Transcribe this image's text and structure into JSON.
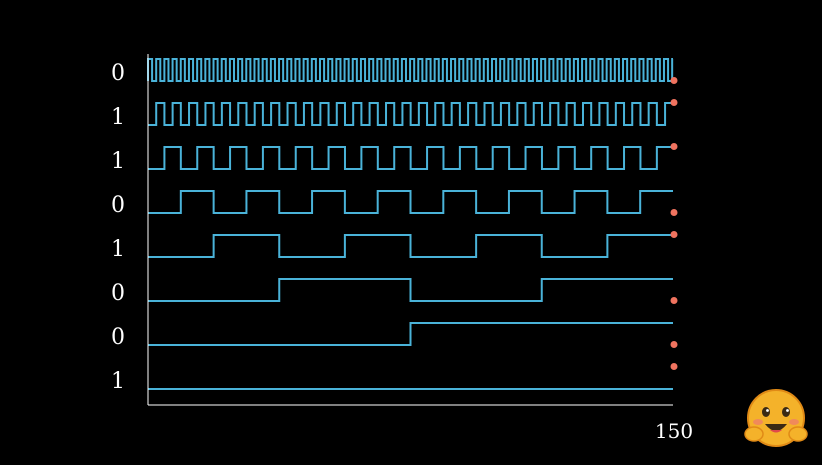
{
  "bit_labels": [
    "0",
    "1",
    "1",
    "0",
    "1",
    "0",
    "0",
    "1"
  ],
  "x_end_label": "150",
  "x_range": [
    0,
    150
  ],
  "colors": {
    "background": "#000000",
    "wave": "#4ab3d9",
    "dot": "#f0735f",
    "axis": "#ffffff",
    "text": "#ffffff"
  },
  "waves": [
    {
      "bit": "0",
      "period": 2.34,
      "start_high": true
    },
    {
      "bit": "1",
      "period": 4.69,
      "start_high": false
    },
    {
      "bit": "1",
      "period": 9.38,
      "start_high": false
    },
    {
      "bit": "0",
      "period": 18.75,
      "start_high": false
    },
    {
      "bit": "1",
      "period": 37.5,
      "start_high": false
    },
    {
      "bit": "0",
      "period": 75,
      "start_high": false
    },
    {
      "bit": "0",
      "period": 150,
      "start_high": false
    },
    {
      "bit": "1",
      "period": 300,
      "start_high": false
    }
  ],
  "logo": {
    "name": "hugging-face-logo"
  }
}
